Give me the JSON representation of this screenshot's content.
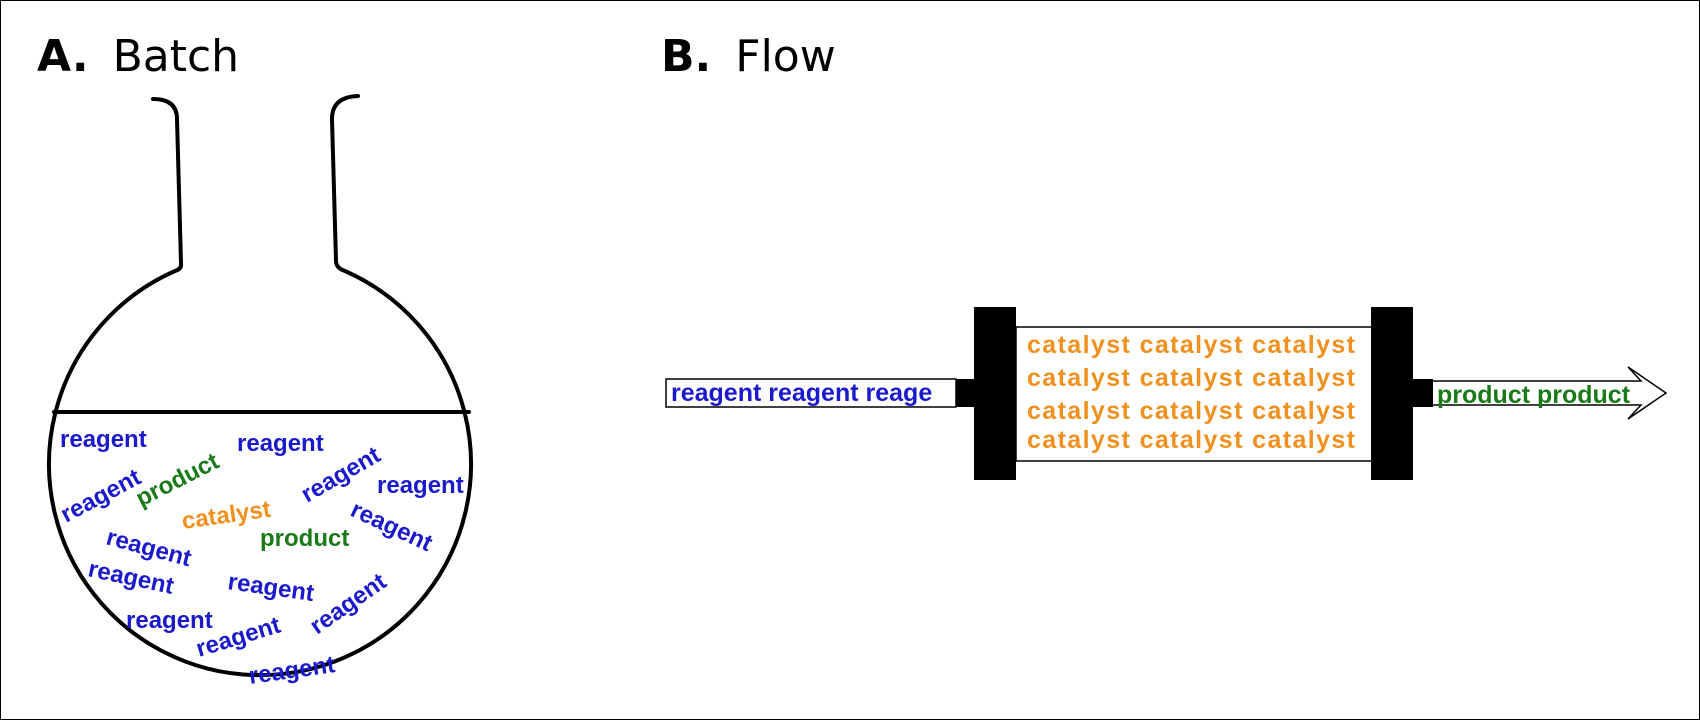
{
  "panel_a": {
    "letter": "A.",
    "title": "Batch",
    "words": [
      {
        "text": "reagent",
        "role": "reagent"
      },
      {
        "text": "reagent",
        "role": "reagent"
      },
      {
        "text": "reagent",
        "role": "reagent"
      },
      {
        "text": "product",
        "role": "product"
      },
      {
        "text": "reagent",
        "role": "reagent"
      },
      {
        "text": "reagent",
        "role": "reagent"
      },
      {
        "text": "catalyst",
        "role": "catalyst"
      },
      {
        "text": "reagent",
        "role": "reagent"
      },
      {
        "text": "reagent",
        "role": "reagent"
      },
      {
        "text": "product",
        "role": "product"
      },
      {
        "text": "reagent",
        "role": "reagent"
      },
      {
        "text": "reagent",
        "role": "reagent"
      },
      {
        "text": "reagent",
        "role": "reagent"
      },
      {
        "text": "reagent",
        "role": "reagent"
      },
      {
        "text": "reagent",
        "role": "reagent"
      },
      {
        "text": "reagent",
        "role": "reagent"
      },
      {
        "text": "reagent",
        "role": "reagent"
      }
    ]
  },
  "panel_b": {
    "letter": "B.",
    "title": "Flow",
    "inlet_text": "reagent reagent reage",
    "outlet_text": "product product",
    "catalyst_rows": [
      "catalyst catalyst catalyst",
      "catalyst catalyst catalyst",
      "catalyst catalyst catalyst",
      "catalyst catalyst catalyst"
    ]
  },
  "colors": {
    "reagent": "#1a1acc",
    "product": "#1a7a1a",
    "catalyst": "#f0901e",
    "outline": "#000000"
  }
}
